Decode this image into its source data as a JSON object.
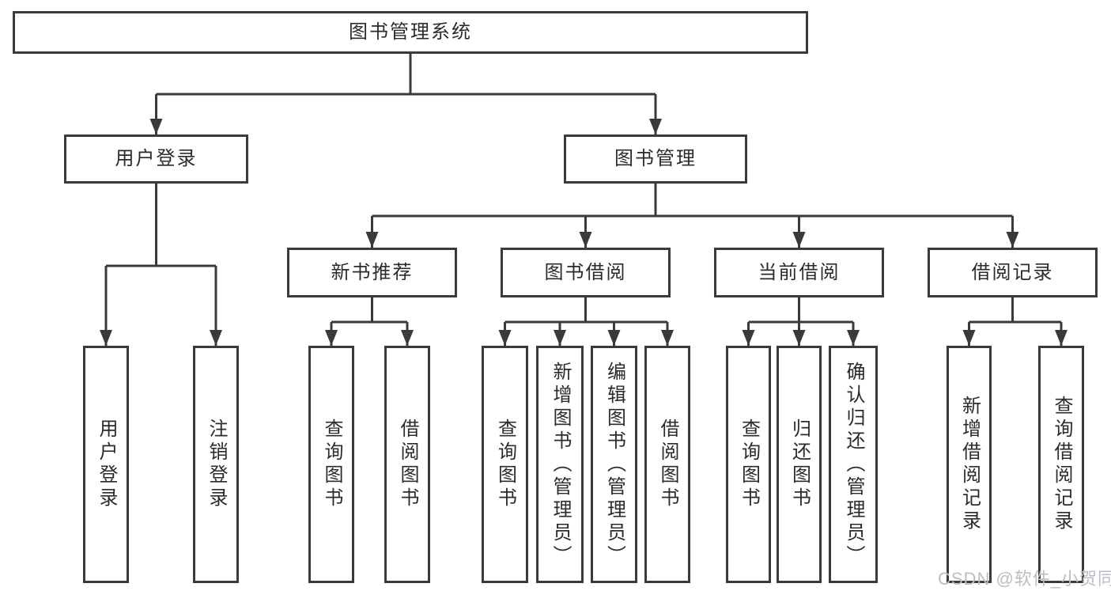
{
  "root": {
    "label": "图书管理系统"
  },
  "branches": {
    "login": {
      "label": "用户登录",
      "children": [
        "用户登录",
        "注销登录"
      ]
    },
    "management": {
      "label": "图书管理"
    }
  },
  "groups": [
    {
      "label": "新书推荐",
      "children": [
        "查询图书",
        "借阅图书"
      ]
    },
    {
      "label": "图书借阅",
      "children": [
        "查询图书",
        "新增图书（管理员）",
        "编辑图书（管理员）",
        "借阅图书"
      ]
    },
    {
      "label": "当前借阅",
      "children": [
        "查询图书",
        "归还图书",
        "确认归还（管理员）"
      ]
    },
    {
      "label": "借阅记录",
      "children": [
        "新增借阅记录",
        "查询借阅记录"
      ]
    }
  ],
  "watermark": "CSDN @软件_小贺同学",
  "colors": {
    "line": "#3a3a3a",
    "text": "#2b2b2b",
    "background": "#ffffff",
    "watermark": "#b9bec4"
  }
}
